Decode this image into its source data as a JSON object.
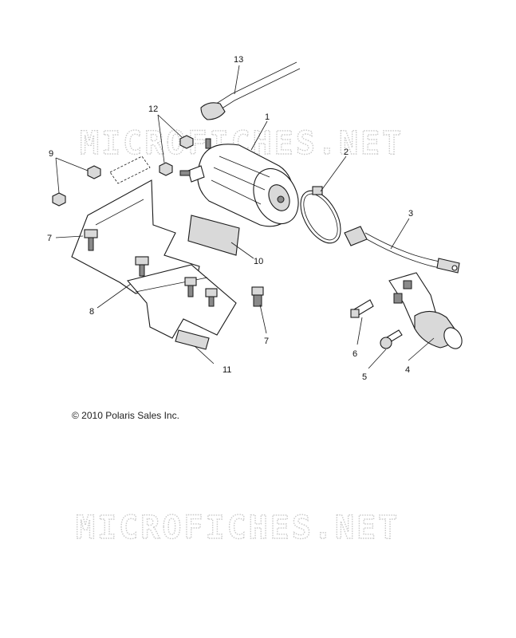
{
  "watermark": {
    "top": "MICROFICHES.NET",
    "bottom": "MICROFICHES.NET"
  },
  "copyright": "© 2010 Polaris Sales Inc.",
  "callouts": {
    "c1": "1",
    "c2": "2",
    "c3": "3",
    "c4": "4",
    "c5": "5",
    "c6": "6",
    "c7a": "7",
    "c7b": "7",
    "c8": "8",
    "c9": "9",
    "c10": "10",
    "c11": "11",
    "c12": "12",
    "c13": "13"
  }
}
